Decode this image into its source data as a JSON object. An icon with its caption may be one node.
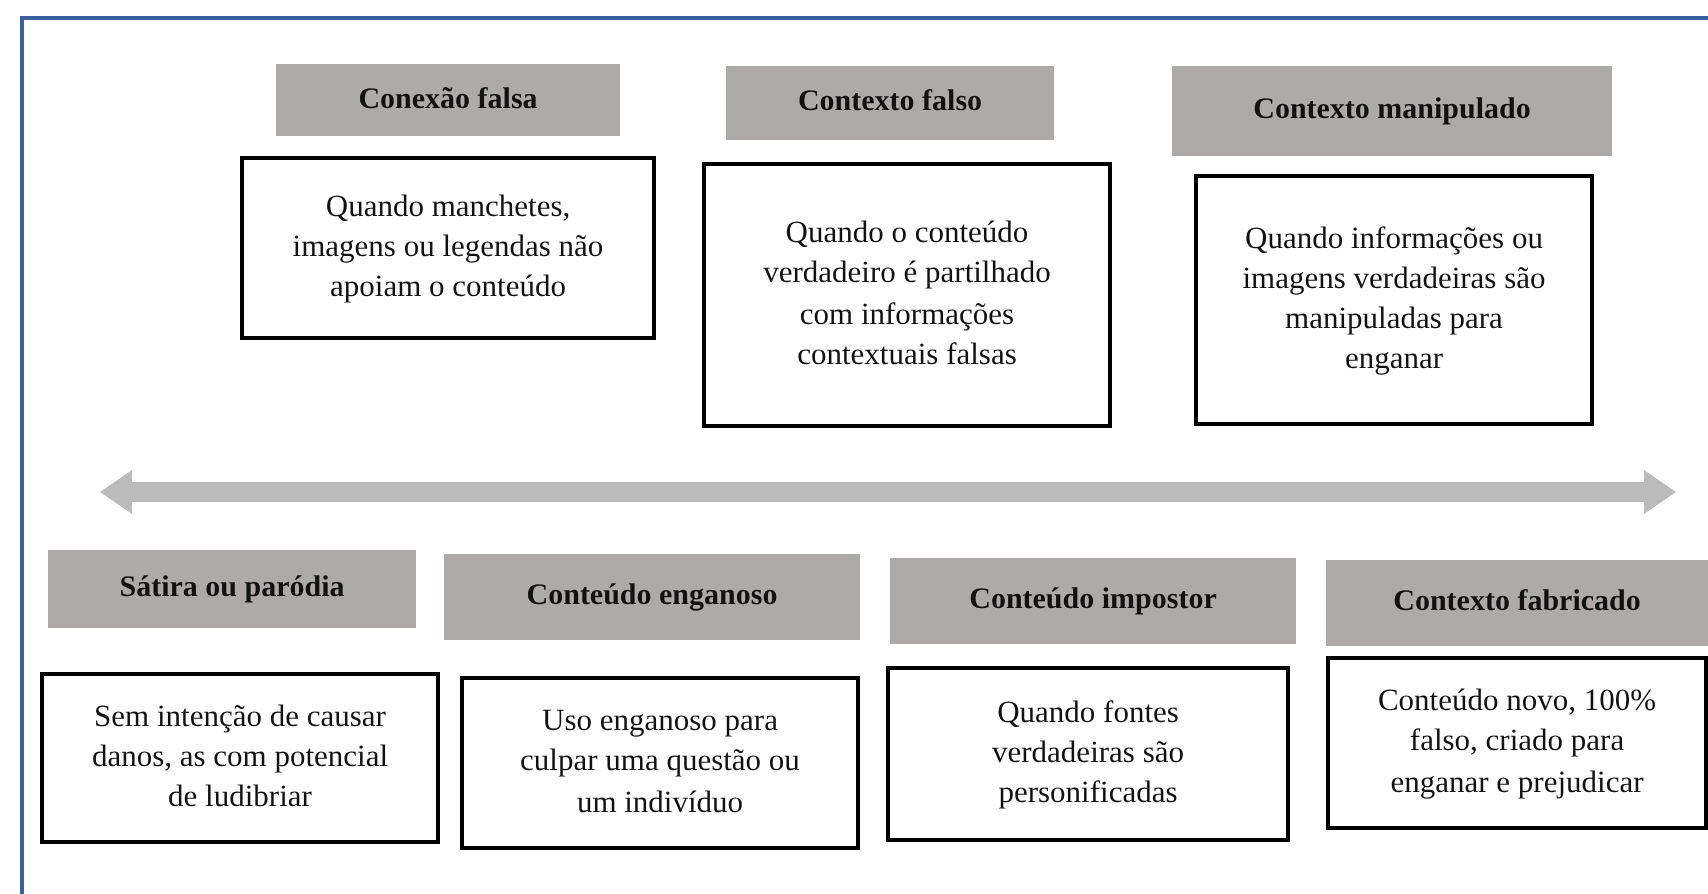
{
  "diagram": {
    "nodes": [
      {
        "text": [
          "Conexão falsa"
        ]
      },
      {
        "text": [
          "Quando manchetes, imagens ou legendas não apoiam o conteúdo"
        ]
      },
      {
        "text": [
          "Contexto falso"
        ]
      },
      {
        "text": [
          "Quando o conteúdo verdadeiro é partilhado com informações contextuais falsas"
        ]
      },
      {
        "text": [
          "Contexto manipulado"
        ]
      },
      {
        "text": [
          "Quando informações ou imagens verdadeiras são manipuladas para enganar"
        ]
      },
      {
        "text": [
          "Sátira ou paródia"
        ]
      },
      {
        "text": [
          "Conteúdo enganoso"
        ]
      },
      {
        "text": [
          "Conteúdo impostor"
        ]
      },
      {
        "text": [
          "Contexto fabricado"
        ]
      },
      {
        "text": [
          "Sem intenção de causar danos, as com potencial de ludibriar"
        ]
      },
      {
        "text": [
          "Uso enganoso para culpar uma questão ou um indivíduo"
        ]
      },
      {
        "text": [
          "Quando fontes verdadeiras são personificadas"
        ]
      },
      {
        "text": [
          "Conteúdo novo, 100% falso, criado para enganar e prejudicar"
        ]
      }
    ],
    "edges": [
      {
        "from": 6,
        "to": 9,
        "arrow": "both"
      }
    ]
  }
}
